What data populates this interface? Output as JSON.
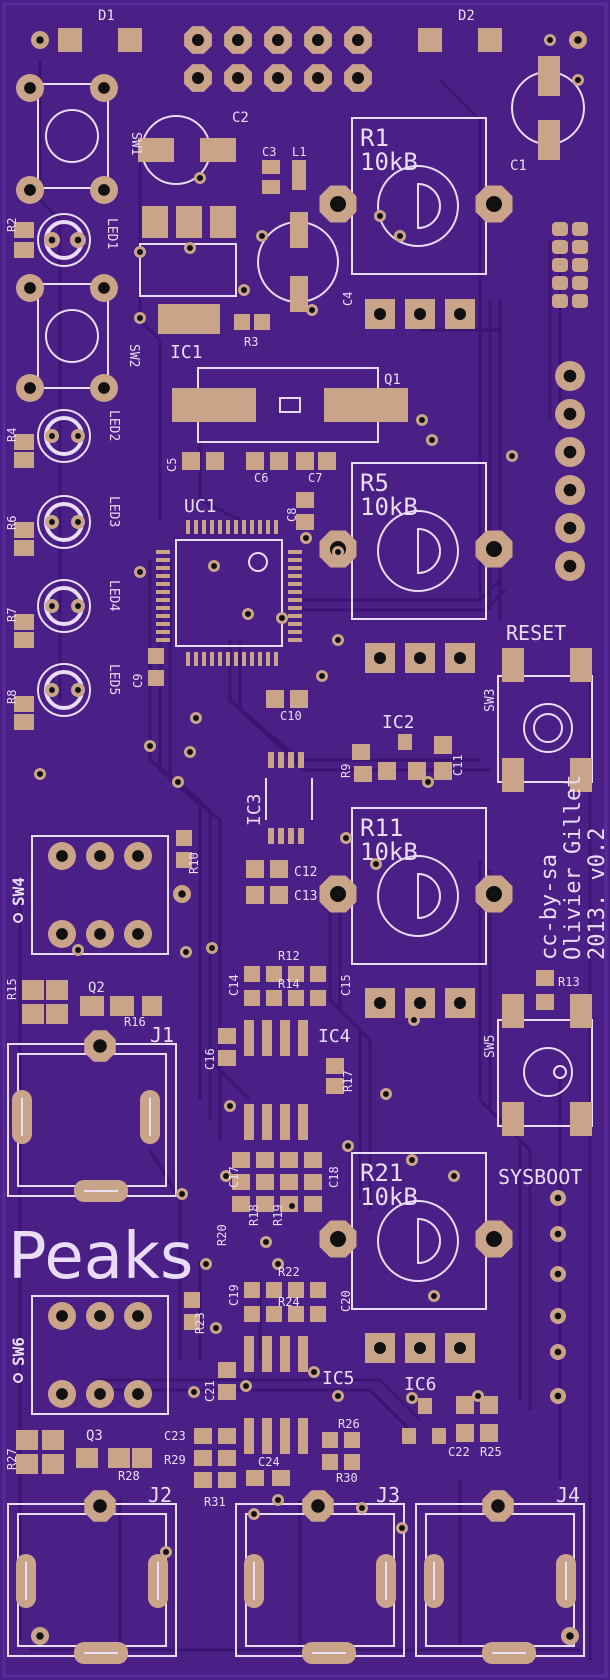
{
  "board": {
    "title": "Peaks"
  },
  "colors": {
    "board": "#4a1f86",
    "trace": "#3a1370",
    "pad": "#c9a489",
    "silk": "#e9dcf6",
    "hole": "#111111"
  },
  "labels": {
    "D1": "D1",
    "D2": "D2",
    "SW1": "SW1",
    "SW2": "SW2",
    "SW3": "SW3",
    "SW4": "SW4",
    "SW5": "SW5",
    "SW6": "SW6",
    "C1": "C1",
    "C2": "C2",
    "C3": "C3",
    "C4": "C4",
    "C5": "C5",
    "C6": "C6",
    "C7": "C7",
    "C8": "C8",
    "C9": "C9",
    "C10": "C10",
    "C11": "C11",
    "C12": "C12",
    "C13": "C13",
    "C14": "C14",
    "C15": "C15",
    "C16": "C16",
    "C17": "C17",
    "C18": "C18",
    "C19": "C19",
    "C20": "C20",
    "C21": "C21",
    "C22": "C22",
    "C23": "C23",
    "C24": "C24",
    "L1": "L1",
    "Q1": "Q1",
    "Q2": "Q2",
    "Q3": "Q3",
    "UC1": "UC1",
    "IC1": "IC1",
    "IC2": "IC2",
    "IC3": "IC3",
    "IC4": "IC4",
    "IC5": "IC5",
    "IC6": "IC6",
    "R1": "R1",
    "R2": "R2",
    "R3": "R3",
    "R4": "R4",
    "R5": "R5",
    "R6": "R6",
    "R7": "R7",
    "R8": "R8",
    "R9": "R9",
    "R10": "R10",
    "R11": "R11",
    "R12": "R12",
    "R13": "R13",
    "R14": "R14",
    "R15": "R15",
    "R16": "R16",
    "R17": "R17",
    "R18": "R18",
    "R19": "R19",
    "R20": "R20",
    "R21": "R21",
    "R22": "R22",
    "R23": "R23",
    "R24": "R24",
    "R25": "R25",
    "R26": "R26",
    "R27": "R27",
    "R28": "R28",
    "R29": "R29",
    "R30": "R30",
    "R31": "R31",
    "LED1": "LED1",
    "LED2": "LED2",
    "LED3": "LED3",
    "LED4": "LED4",
    "LED5": "LED5",
    "J1": "J1",
    "J2": "J2",
    "J3": "J3",
    "J4": "J4",
    "pot_value": "10kB",
    "reset": "RESET",
    "sysboot": "SYSBOOT",
    "credit1": "cc-by-sa",
    "credit2": "Olivier Gillet",
    "credit3": "2013. v0.2"
  }
}
